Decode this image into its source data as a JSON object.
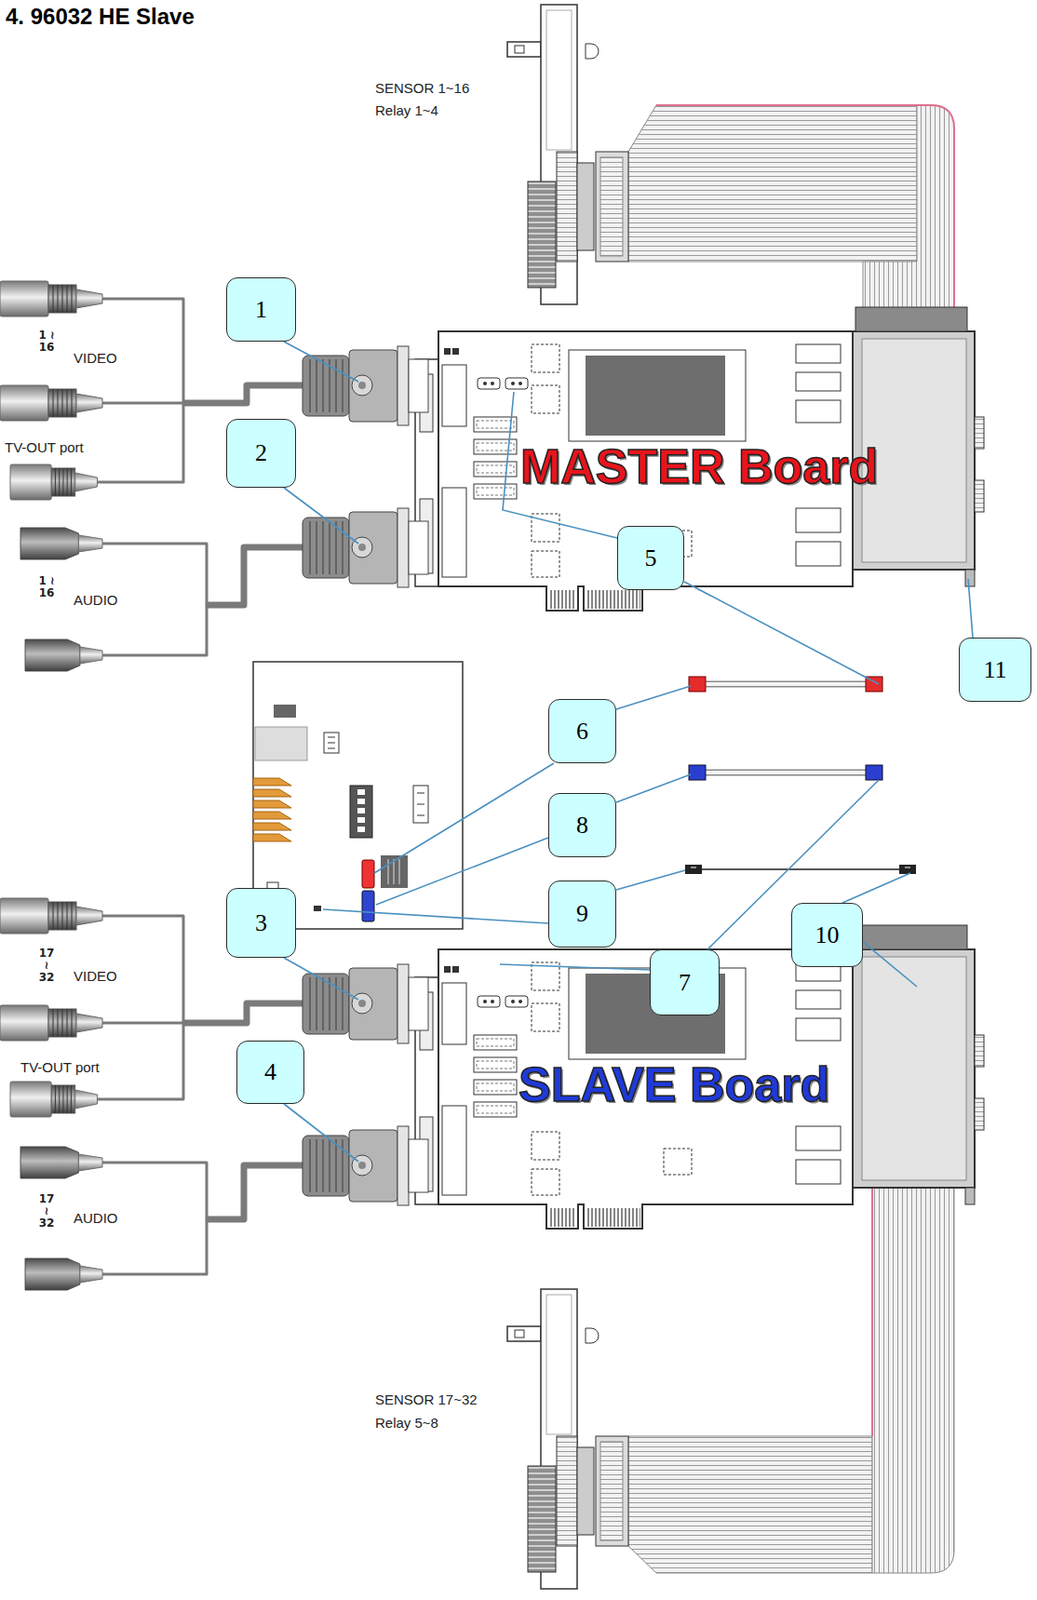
{
  "diagram": {
    "title": "4. 96032 HE Slave",
    "nodes": [
      {
        "text": [
          "1"
        ]
      },
      {
        "text": [
          "MASTER Board"
        ]
      },
      {
        "text": [
          "2"
        ]
      },
      {
        "text": [
          "5"
        ]
      },
      {
        "text": [
          "11"
        ]
      },
      {
        "text": [
          "6"
        ]
      },
      {
        "text": [
          "8"
        ]
      },
      {
        "text": [
          "9"
        ]
      },
      {
        "text": [
          "3"
        ]
      },
      {
        "text": [
          "10"
        ]
      },
      {
        "text": [
          "7"
        ]
      },
      {
        "text": [
          "SLAVE Board"
        ]
      },
      {
        "text": [
          "4"
        ]
      }
    ],
    "labels": [
      "SENSOR 1~16",
      "Relay 1~4",
      "1 ≀ 16",
      "VIDEO",
      "TV-OUT port",
      "1 ≀ 16",
      "AUDIO",
      "17 ≀ 32",
      "VIDEO",
      "TV-OUT port",
      "17 ≀ 32",
      "AUDIO",
      "SENSOR 17~32",
      "Relay 5~8"
    ]
  }
}
